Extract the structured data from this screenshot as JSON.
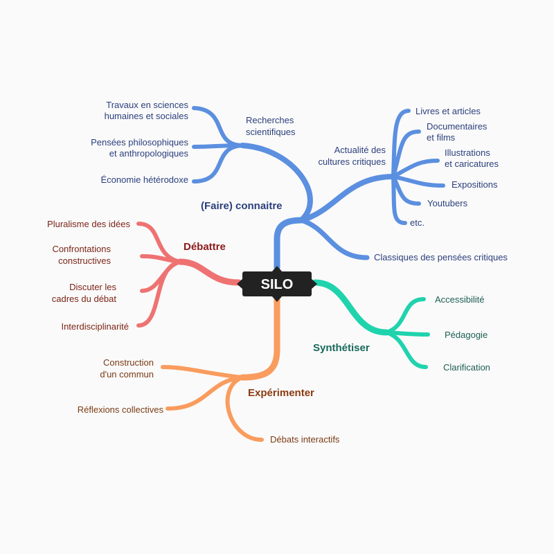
{
  "root": "SILO",
  "colors": {
    "blue": "#5b8fe0",
    "red": "#ef7272",
    "teal": "#1fd3ad",
    "orange": "#f99c5e"
  },
  "branches": {
    "connaitre": {
      "label": "(Faire) connaitre",
      "recherches": {
        "label": [
          "Recherches",
          "scientifiques"
        ],
        "leaves": [
          [
            "Travaux en sciences",
            "humaines et sociales"
          ],
          [
            "Pensées philosophiques",
            "et anthropologiques"
          ],
          [
            "Économie hétérodoxe"
          ]
        ]
      },
      "actualite": {
        "label": [
          "Actualité des",
          "cultures critiques"
        ],
        "leaves": [
          [
            "Livres et articles"
          ],
          [
            "Documentaires",
            "et films"
          ],
          [
            "Illustrations",
            "et caricatures"
          ],
          [
            "Expositions"
          ],
          [
            "Youtubers"
          ],
          [
            "etc."
          ]
        ]
      },
      "classiques": "Classiques des pensées critiques"
    },
    "debattre": {
      "label": "Débattre",
      "leaves": [
        [
          "Pluralisme des idées"
        ],
        [
          "Confrontations",
          "constructives"
        ],
        [
          "Discuter les",
          "cadres du débat"
        ],
        [
          "Interdisciplinarité"
        ]
      ]
    },
    "synthetiser": {
      "label": "Synthétiser",
      "leaves": [
        "Accessibilité",
        "Pédagogie",
        "Clarification"
      ]
    },
    "experimenter": {
      "label": "Expérimenter",
      "leaves": [
        [
          "Construction",
          "d'un commun"
        ],
        [
          "Réflexions collectives"
        ],
        [
          "Débats interactifs"
        ]
      ]
    }
  }
}
